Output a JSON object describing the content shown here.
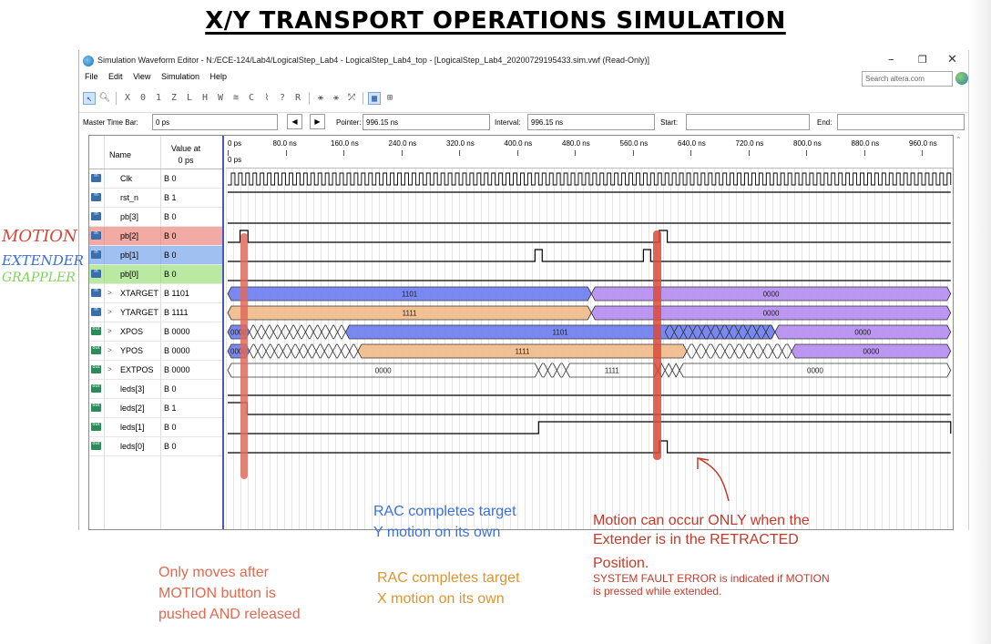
{
  "slide": {
    "title": "X/Y TRANSPORT OPERATIONS SIMULATION"
  },
  "window": {
    "title": "Simulation Waveform Editor - N:/ECE-124/Lab4/LogicalStep_Lab4 - LogicalStep_Lab4_top - [LogicalStep_Lab4_20200729195433.sim.vwf (Read-Only)]",
    "minimize": "–",
    "restore": "❐",
    "close": "✕",
    "menu": [
      "File",
      "Edit",
      "View",
      "Simulation",
      "Help"
    ],
    "search_placeholder": "Search altera.com"
  },
  "controls": {
    "master_time_bar_label": "Master Time Bar:",
    "master_time_bar_value": "0 ps",
    "pointer_label": "Pointer:",
    "pointer_value": "996.15 ns",
    "interval_label": "Interval:",
    "interval_value": "996.15 ns",
    "start_label": "Start:",
    "start_value": "",
    "end_label": "End:",
    "end_value": ""
  },
  "table": {
    "name_header": "Name",
    "value_header_line1": "Value at",
    "value_header_line2": "0 ps",
    "time_start_label": "0 ps",
    "ticks": [
      "0 ps",
      "80.0 ns",
      "160.0 ns",
      "240.0 ns",
      "320.0 ns",
      "400.0 ns",
      "480.0 ns",
      "560.0 ns",
      "640.0 ns",
      "720.0 ns",
      "800.0 ns",
      "880.0 ns",
      "960.0 ns"
    ]
  },
  "signals": [
    {
      "dir": "in",
      "expand": "",
      "name": "Clk",
      "value": "B 0"
    },
    {
      "dir": "in",
      "expand": "",
      "name": "rst_n",
      "value": "B 1"
    },
    {
      "dir": "in",
      "expand": "",
      "name": "pb[3]",
      "value": "B 0"
    },
    {
      "dir": "in",
      "expand": "",
      "name": "pb[2]",
      "value": "B 0"
    },
    {
      "dir": "in",
      "expand": "",
      "name": "pb[1]",
      "value": "B 0"
    },
    {
      "dir": "in",
      "expand": "",
      "name": "pb[0]",
      "value": "B 0"
    },
    {
      "dir": "in",
      "expand": ">",
      "name": "XTARGET",
      "value": "B 1101"
    },
    {
      "dir": "in",
      "expand": ">",
      "name": "YTARGET",
      "value": "B 1111"
    },
    {
      "dir": "out",
      "expand": ">",
      "name": "XPOS",
      "value": "B 0000"
    },
    {
      "dir": "out",
      "expand": ">",
      "name": "YPOS",
      "value": "B 0000"
    },
    {
      "dir": "out",
      "expand": ">",
      "name": "EXTPOS",
      "value": "B 0000"
    },
    {
      "dir": "out",
      "expand": "",
      "name": "leds[3]",
      "value": "B 0"
    },
    {
      "dir": "out",
      "expand": "",
      "name": "leds[2]",
      "value": "B 1"
    },
    {
      "dir": "out",
      "expand": "",
      "name": "leds[1]",
      "value": "B 0"
    },
    {
      "dir": "out",
      "expand": "",
      "name": "leds[0]",
      "value": "B 0"
    }
  ],
  "bus_labels": {
    "xtarget_a": "1101",
    "xtarget_b": "0000",
    "ytarget_a": "1111",
    "ytarget_b": "0000",
    "xpos_start": "0000",
    "xpos_mid": "1101",
    "xpos_end": "0000",
    "ypos_start": "0000",
    "ypos_mid": "1111",
    "ypos_end": "0000",
    "extpos_a": "0000",
    "extpos_b": "1111",
    "extpos_c": "0000"
  },
  "side_labels": {
    "motion": "MOTION",
    "extender": "EXTENDER",
    "grappler": "GRAPPLER"
  },
  "annotations": {
    "only_moves_l1": "Only moves after",
    "only_moves_l2": "MOTION button is",
    "only_moves_l3": "pushed AND released",
    "y_motion_l1": "RAC completes target",
    "y_motion_l2": "Y motion on its own",
    "x_motion_l1": "RAC completes target",
    "x_motion_l2": "X motion on its own",
    "motion_l1": "Motion can occur ONLY when the",
    "motion_l2": "Extender is in the RETRACTED",
    "motion_l3": "Position.",
    "fault_l1": "SYSTEM FAULT ERROR is indicated if MOTION",
    "fault_l2": "is pressed while extended."
  },
  "colors": {
    "blue_bus": "#6b7cf0",
    "orange_bus": "#f0b98a",
    "purple_bus": "#b48cf0",
    "red_annotation": "#c43a2a",
    "blue_text": "#3b6fe0",
    "orange_text": "#e0932f",
    "motion_label": "#d2483a",
    "extender_label": "#3a6fd8",
    "grappler_label": "#7fd45a"
  }
}
